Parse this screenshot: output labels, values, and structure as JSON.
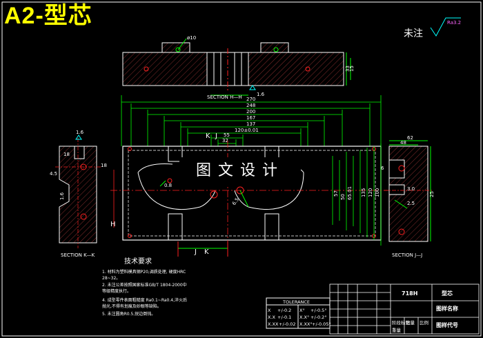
{
  "title": "A2-型芯",
  "roughness": {
    "label": "未注",
    "value": "Ra3.2"
  },
  "watermark": "图文设计",
  "section_labels": {
    "kk": "SECTION K—K",
    "jj": "SECTION J—J",
    "hh": "SECTION H—H"
  },
  "markers": {
    "h": "H",
    "k": "K",
    "j": "J"
  },
  "dims_top": [
    "270",
    "248",
    "200",
    "167",
    "137",
    "120±0.01",
    "55",
    "32"
  ],
  "dims_right": [
    "100",
    "120",
    "135",
    "65.01",
    "50",
    "57"
  ],
  "dims_misc": [
    "1.6",
    "1.6",
    "4.5",
    "18",
    "18",
    "6",
    "48",
    "62",
    "25",
    "0.8",
    "2.5",
    "3.0",
    "6.5",
    "1.6",
    "15",
    "33"
  ],
  "notes": {
    "heading": "技术要求",
    "items": [
      "1. 材料为塑料模具钢P20,调质处理, 硬度HRC",
      "   28~32。",
      "2. 未注公差按照国家标准GB/T 1804-2000中",
      "   等级精度执行。",
      "4. 成型零件表面粗糙度 Ra0.1~Ra0.4,淬火后",
      "   抛光,不得有划痕及砂眼等缺陷。",
      "5. 未注圆角R0.5,锐边倒钝。"
    ]
  },
  "tolerance": {
    "header": "TOLERANCE",
    "rows": [
      [
        "X",
        "+/-0.2",
        "X°",
        "+/-0.5°"
      ],
      [
        "X.X",
        "+/-0.1",
        "X.X°",
        "+/-0.2°"
      ],
      [
        "X.XX",
        "+/-0.02",
        "X.XX°",
        "+/-0.05°"
      ]
    ]
  },
  "titleblock": {
    "material": "718H",
    "part_name_value": "型芯",
    "part_name_label": "图样名称",
    "drawing_no_label": "图样代号",
    "footer_cells": [
      "阶段标记",
      "数量",
      "比例",
      "重量"
    ]
  },
  "colors": {
    "yellow": "#ffff00",
    "green": "#00ff00",
    "cyan": "#00ffff",
    "red": "#ff2020",
    "magenta": "#ff66ff",
    "white": "#ffffff"
  }
}
